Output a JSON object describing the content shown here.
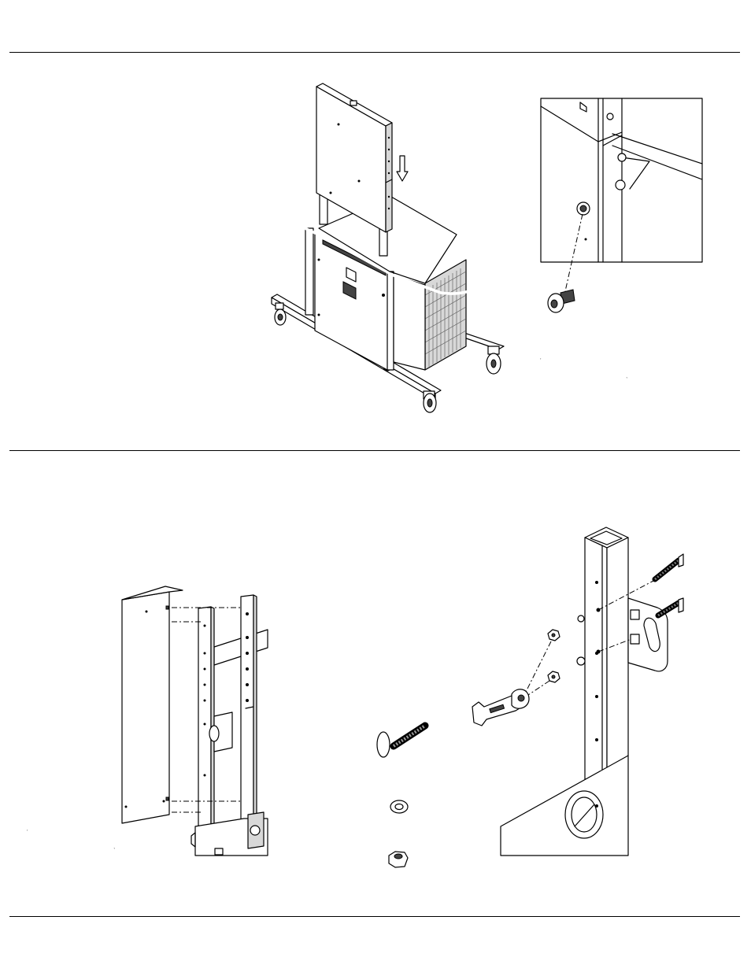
{
  "page": {
    "background": "#ffffff",
    "line_color": "#000000"
  },
  "figures": [
    {
      "id": "cart-mounting-post",
      "icons": [
        "cart-icon",
        "mounting-post-icon",
        "down-arrow-icon",
        "detail-inset-icon",
        "socket-cap-bolt-icon",
        "hex-key-icon"
      ]
    },
    {
      "id": "post-cover-panel",
      "icons": [
        "cover-panel-icon",
        "post-frame-icon",
        "hex-key-icon"
      ]
    },
    {
      "id": "bracket-hardware",
      "icons": [
        "carriage-bolt-icon",
        "washer-icon",
        "hex-nut-icon",
        "wrench-icon",
        "square-tube-post-icon",
        "bracket-plate-icon"
      ]
    }
  ]
}
